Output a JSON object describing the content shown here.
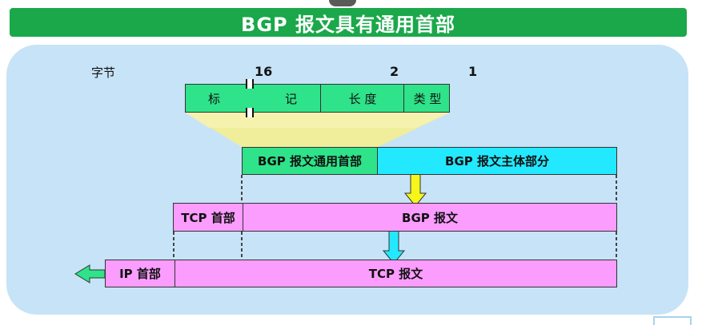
{
  "title": "BGP  报文具有通用首部",
  "bytes_label": "字节",
  "header_fields": {
    "marker_left": "标",
    "marker_right": "记",
    "marker_size": "16",
    "length": "长  度",
    "length_size": "2",
    "type": "类  型",
    "type_size": "1"
  },
  "bgp_message_row": {
    "common_header": "BGP  报文通用首部",
    "body": "BGP  报文主体部分"
  },
  "tcp_row": {
    "header": "TCP  首部",
    "payload": "BGP  报文"
  },
  "ip_row": {
    "header": "IP  首部",
    "payload": "TCP  报文"
  },
  "colors": {
    "title_green": "#1aa84a",
    "panel_blue": "#c7e3f7",
    "field_green": "#2ee38a",
    "body_cyan": "#22e9ff",
    "segment_pink": "#fb9cff",
    "arrow_yellow": "#f6f61a",
    "arrow_cyan": "#22e9ff",
    "arrow_green": "#2ee38a"
  }
}
